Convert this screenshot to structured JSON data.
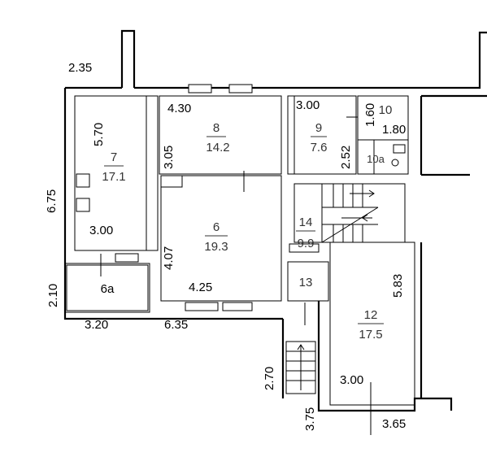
{
  "rooms": [
    {
      "id": "7",
      "number": "7",
      "area": "17.1"
    },
    {
      "id": "8",
      "number": "8",
      "area": "14.2"
    },
    {
      "id": "9",
      "number": "9",
      "area": "7.6"
    },
    {
      "id": "10",
      "number": "10",
      "area": ""
    },
    {
      "id": "10a",
      "number": "10a",
      "area": ""
    },
    {
      "id": "6",
      "number": "6",
      "area": "19.3"
    },
    {
      "id": "6a",
      "number": "6a",
      "area": ""
    },
    {
      "id": "14",
      "number": "14",
      "area": "9.9"
    },
    {
      "id": "13",
      "number": "13",
      "area": ""
    },
    {
      "id": "12",
      "number": "12",
      "area": "17.5"
    }
  ],
  "dimensions": {
    "d_235": "2.35",
    "d_570": "5.70",
    "d_430": "4.30",
    "d_305": "3.05",
    "d_300_r9": "3.00",
    "d_160": "1.60",
    "d_180": "1.80",
    "d_252": "2.52",
    "d_675": "6.75",
    "d_300_r7": "3.00",
    "d_407": "4.07",
    "d_425": "4.25",
    "d_210": "2.10",
    "d_320": "3.20",
    "d_635": "6.35",
    "d_583": "5.83",
    "d_270": "2.70",
    "d_300_r12": "3.00",
    "d_375": "3.75",
    "d_365": "3.65"
  },
  "colors": {
    "line": "#000000",
    "background": "#ffffff"
  }
}
